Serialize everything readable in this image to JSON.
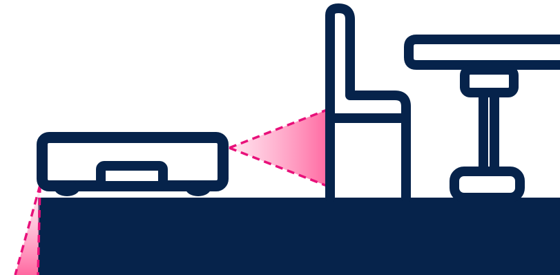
{
  "colors": {
    "background": "#ffffff",
    "outline": "#06234b",
    "sensor_beam_stroke": "#e8107a",
    "sensor_beam_fill_strong": "#ff5f9b",
    "sensor_beam_fill_light": "#ffd3e4"
  },
  "illustration": {
    "elements": [
      "robot-vacuum",
      "chair",
      "table",
      "floor",
      "forward-sensor-beam",
      "downward-cliff-sensor-beam"
    ]
  }
}
